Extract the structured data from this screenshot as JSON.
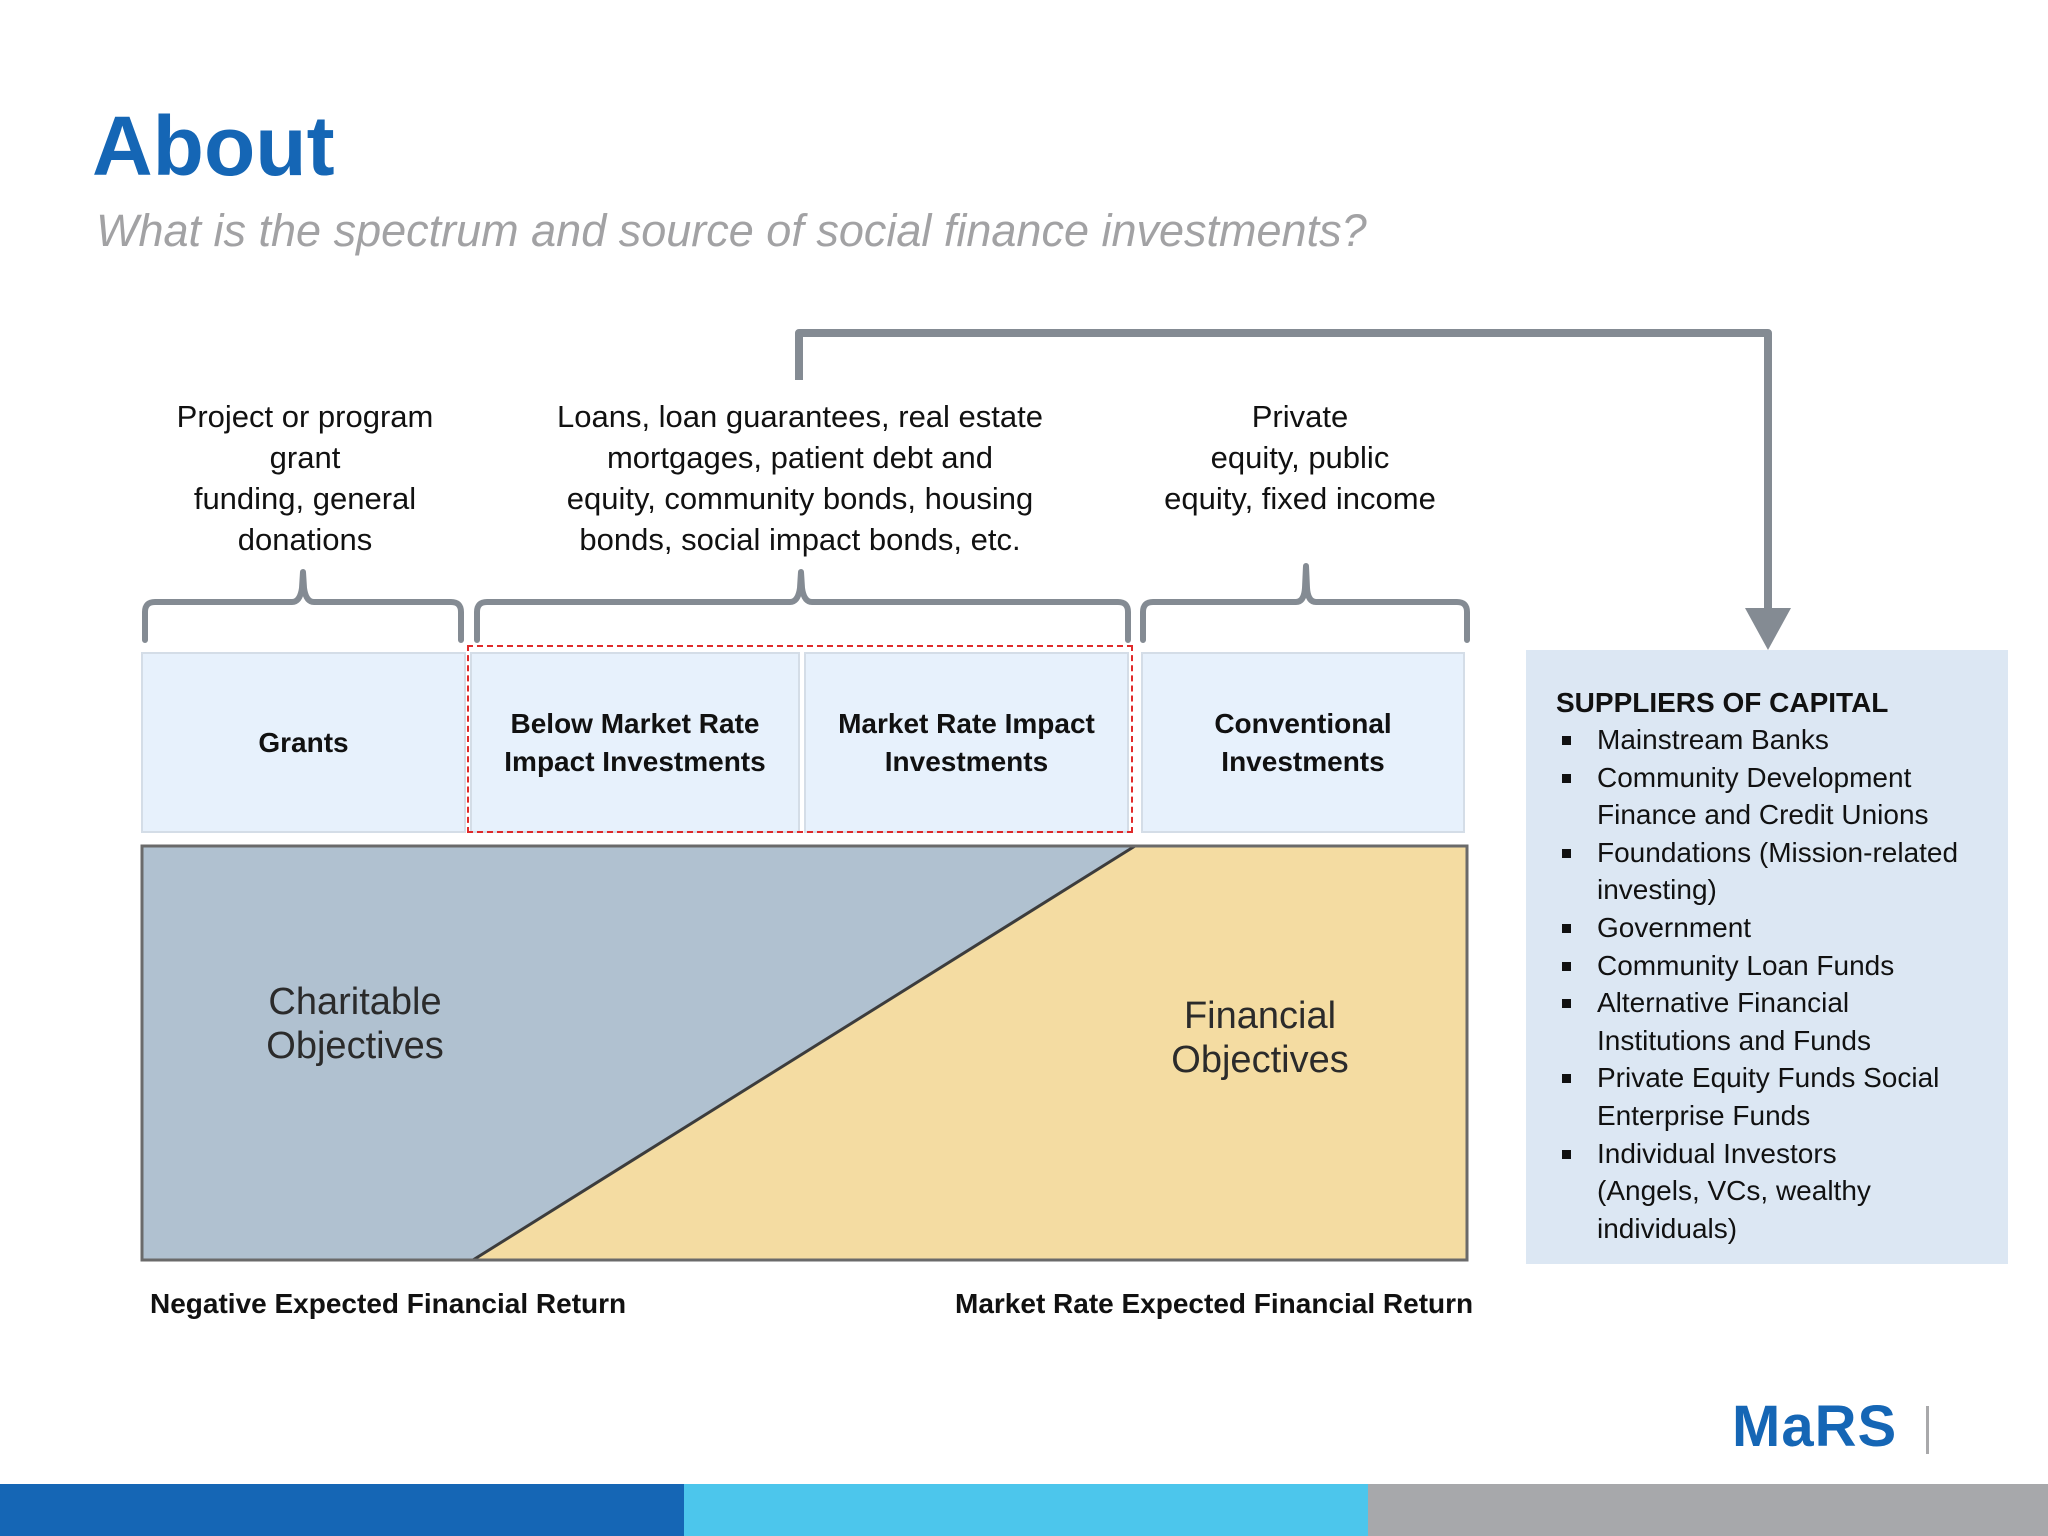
{
  "header": {
    "title": "About",
    "subtitle": "What is the spectrum and source of social finance investments?"
  },
  "descriptions": {
    "grants": [
      "Project or program",
      "grant",
      "funding, general",
      "donations"
    ],
    "impact": [
      "Loans, loan guarantees, real estate",
      "mortgages, patient debt and",
      "equity, community bonds, housing",
      "bonds, social impact bonds, etc."
    ],
    "conventional": [
      "Private",
      "equity, public",
      "equity, fixed income"
    ]
  },
  "categories": {
    "grants": [
      "Grants"
    ],
    "below_market": [
      "Below Market Rate",
      "Impact Investments"
    ],
    "market_rate": [
      "Market Rate Impact",
      "Investments"
    ],
    "conventional": [
      "Conventional",
      "Investments"
    ]
  },
  "objectives": {
    "charitable": [
      "Charitable",
      "Objectives"
    ],
    "financial": [
      "Financial",
      "Objectives"
    ]
  },
  "returns": {
    "negative": "Negative Expected Financial Return",
    "market": "Market Rate Expected Financial Return"
  },
  "suppliers": {
    "heading": "SUPPLIERS OF CAPITAL",
    "items": [
      [
        "Mainstream Banks"
      ],
      [
        "Community Development",
        "Finance and Credit Unions"
      ],
      [
        "Foundations (Mission-related",
        "investing)"
      ],
      [
        "Government"
      ],
      [
        "Community Loan Funds"
      ],
      [
        "Alternative Financial",
        "Institutions and Funds"
      ],
      [
        "Private Equity Funds Social",
        "Enterprise Funds"
      ],
      [
        "Individual Investors",
        "(Angels, VCs, wealthy",
        "individuals)"
      ]
    ]
  },
  "logo": {
    "text": "MaRS"
  },
  "colors": {
    "title_blue": "#1566b5",
    "subtitle_gray": "#a2a2a4",
    "charitable_fill": "#b0c1d0",
    "financial_fill": "#f4dca2",
    "category_fill": "#e7f1fc",
    "suppliers_fill": "#dce7f3",
    "highlight_dash": "#e02a2a",
    "bracket_gray": "#848b93",
    "stripe_blue": "#1566b5",
    "stripe_cyan": "#4cc6ec",
    "stripe_gray": "#a7a8ab"
  }
}
